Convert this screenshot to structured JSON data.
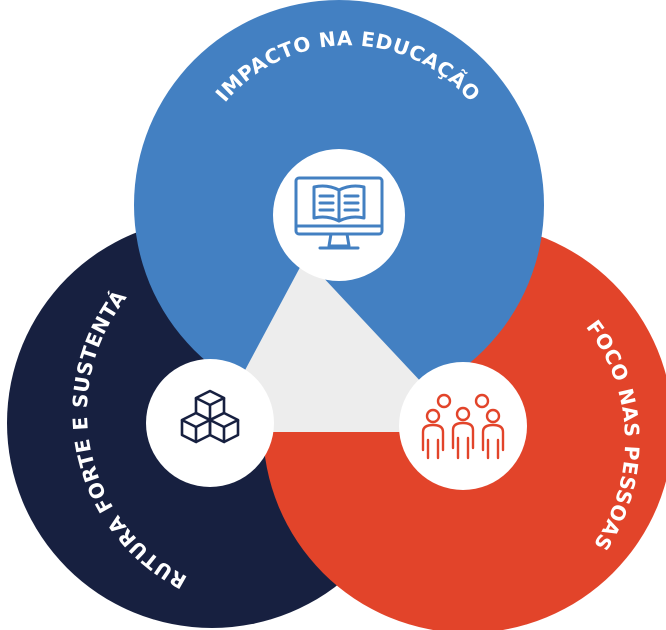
{
  "diagram": {
    "circles": [
      {
        "id": "estrutura",
        "label": "ESTRUTURA FORTE E SUSTENTÁVEL",
        "color": "#172040",
        "icon": "cubes-icon"
      },
      {
        "id": "foco",
        "label": "FOCO NAS PESSOAS",
        "color": "#E2442A",
        "icon": "people-group-icon"
      },
      {
        "id": "impacto",
        "label": "IMPACTO NA EDUCAÇÃO",
        "color": "#4380C2",
        "icon": "monitor-book-icon"
      }
    ],
    "center_color": "#EDEDED",
    "icon_badge_color": "#FFFFFF",
    "icon_colors": {
      "monitor-book-icon": "#4380C2",
      "cubes-icon": "#172040",
      "people-group-icon": "#E2442A"
    }
  }
}
